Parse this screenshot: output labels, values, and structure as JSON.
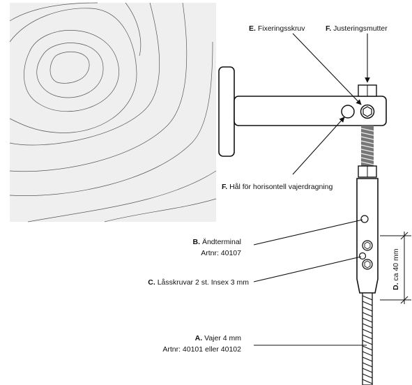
{
  "labels": {
    "e": {
      "letter": "E.",
      "text": "Fixeringsskruv"
    },
    "f_top": {
      "letter": "F.",
      "text": "Justeringsmutter"
    },
    "f_hole": {
      "letter": "F.",
      "text": "Hål för horisontell vajerdragning"
    },
    "b": {
      "letter": "B.",
      "text": "Ändterminal",
      "artnr": "Artnr: 40107"
    },
    "c": {
      "letter": "C.",
      "text": "Låsskruvar 2 st. Insex 3 mm"
    },
    "d": {
      "letter": "D.",
      "text": "ca 40 mm"
    },
    "a": {
      "letter": "A.",
      "text": "Vajer 4  mm",
      "artnr": "Artnr: 40101 eller 40102"
    }
  },
  "colors": {
    "wall": "#efefef",
    "stroke": "#111111",
    "rod": "#777777"
  }
}
